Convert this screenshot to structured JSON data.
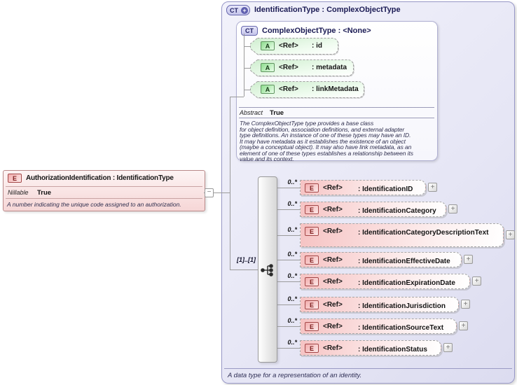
{
  "left_element": {
    "badge": "E",
    "title": "AuthorizationIdentification : IdentificationType",
    "property_label": "Nillable",
    "property_value": "True",
    "description": "A number indicating the unique code assigned to an authorization."
  },
  "connectors": {
    "collapse_glyph": "−",
    "expand_glyph": "+",
    "sequence_cardinality": "[1]..[1]",
    "sequence_icon": "sequence-indicator"
  },
  "panel": {
    "badge": "CT",
    "badge_plus": "+",
    "title": "IdentificationType : ComplexObjectType",
    "caption": "A data type for a representation of an identity.",
    "base_type": {
      "badge": "CT",
      "title": "ComplexObjectType : <None>",
      "property_label": "Abstract",
      "property_value": "True",
      "description": "The ComplexObjectType type provides a base class\nfor object definition, association definitions, and external adapter\ntype definitions. An instance of one of these types may have an ID.\nIt may have metadata as it establishes the existence of an object\n(maybe a conceptual object). It may also have link metadata, as an\nelement of one of these types establishes a relationship between its\nvalue and its context.",
      "attributes": [
        {
          "badge": "A",
          "ref": "<Ref>",
          "name": ": id"
        },
        {
          "badge": "A",
          "ref": "<Ref>",
          "name": ": metadata"
        },
        {
          "badge": "A",
          "ref": "<Ref>",
          "name": ": linkMetadata"
        }
      ]
    },
    "elements": [
      {
        "badge": "E",
        "ref": "<Ref>",
        "name": ": IdentificationID",
        "cardinality": "0..*"
      },
      {
        "badge": "E",
        "ref": "<Ref>",
        "name": ": IdentificationCategory",
        "cardinality": "0..*"
      },
      {
        "badge": "E",
        "ref": "<Ref>",
        "name": ": IdentificationCategoryDescriptionText",
        "cardinality": "0..*"
      },
      {
        "badge": "E",
        "ref": "<Ref>",
        "name": ": IdentificationEffectiveDate",
        "cardinality": "0..*"
      },
      {
        "badge": "E",
        "ref": "<Ref>",
        "name": ": IdentificationExpirationDate",
        "cardinality": "0..*"
      },
      {
        "badge": "E",
        "ref": "<Ref>",
        "name": ": IdentificationJurisdiction",
        "cardinality": "0..*"
      },
      {
        "badge": "E",
        "ref": "<Ref>",
        "name": ": IdentificationSourceText",
        "cardinality": "0..*"
      },
      {
        "badge": "E",
        "ref": "<Ref>",
        "name": ": IdentificationStatus",
        "cardinality": "0..*"
      }
    ]
  },
  "colors": {
    "panel_fill": "#e6e6f5",
    "panel_border": "#9898c8",
    "element_pink": "#f6c3c3",
    "element_badge_border": "#a34848",
    "attribute_green": "#cfeecf",
    "attribute_badge_border": "#5f945f",
    "type_lavender": "#d6d6f4",
    "type_badge_border": "#6868ae",
    "connector_grey": "#9b9b9b",
    "title_navy": "#1c1c55"
  }
}
